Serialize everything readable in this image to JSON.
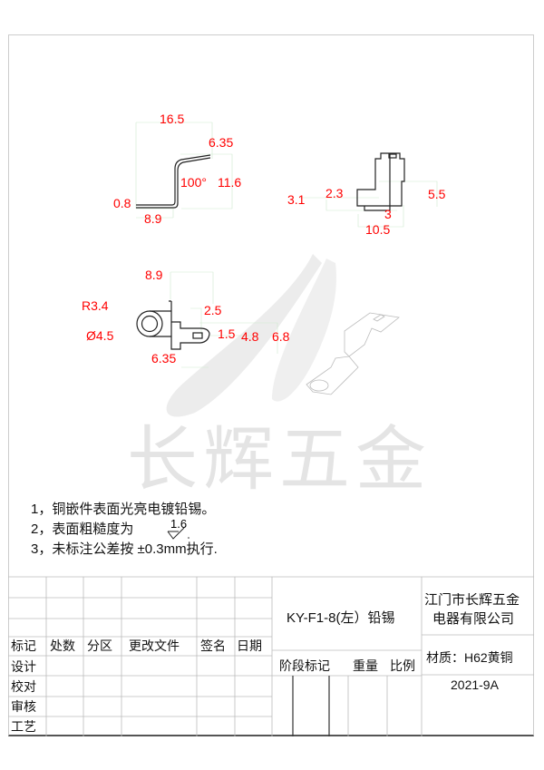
{
  "watermark": {
    "text": "长辉五金"
  },
  "views": {
    "side": {
      "dims": [
        "16.5",
        "6.35",
        "100°",
        "11.6",
        "0.8",
        "8.9"
      ]
    },
    "front": {
      "dims": [
        "3.1",
        "2.3",
        "5.5",
        "3",
        "10.5"
      ]
    },
    "top": {
      "dims": [
        "8.9",
        "R3.4",
        "2.5",
        "Ø4.5",
        "1.5",
        "4.8",
        "6.8",
        "6.35"
      ]
    }
  },
  "notes": [
    "1，铜嵌件表面光亮电镀铅锡。",
    "2，表面粗糙度为",
    "3，未标注公差按  ±0.3mm执行."
  ],
  "roughness": {
    "value": "1.6"
  },
  "title_block": {
    "headers": [
      "标记",
      "处数",
      "分区",
      "更改文件",
      "签名",
      "日期"
    ],
    "roles": [
      "设计",
      "校对",
      "审核",
      "工艺"
    ],
    "part_name": "KY-F1-8(左）铅锡",
    "stage_headers": [
      "阶段标记",
      "重量",
      "比例"
    ],
    "company_line1": "江门市长辉五金",
    "company_line2": "电器有限公司",
    "material": "材质：H62黄铜",
    "drawing_no": "2021-9A"
  }
}
